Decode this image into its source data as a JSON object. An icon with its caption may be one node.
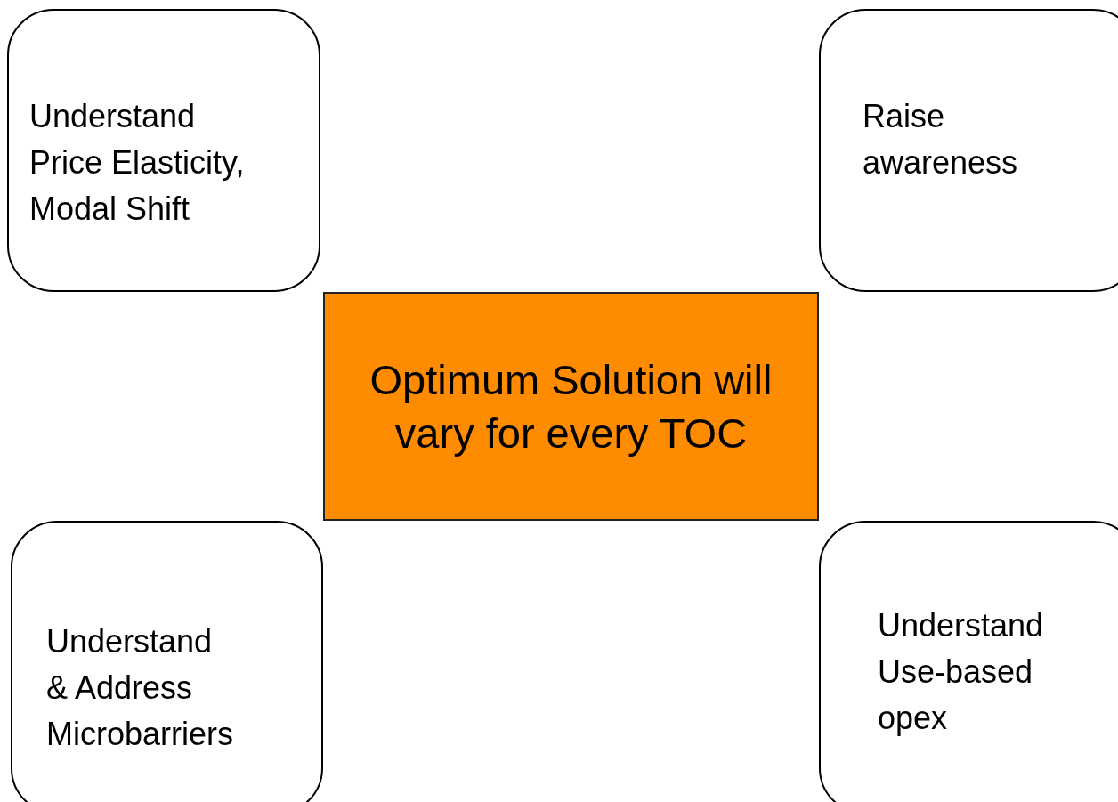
{
  "diagram": {
    "nodes": [
      {
        "text": [
          "Understand Price Elasticity, Modal Shift"
        ]
      },
      {
        "text": [
          "Raise awareness"
        ]
      },
      {
        "text": [
          "Optimum Solution will vary for every TOC"
        ]
      },
      {
        "text": [
          "Understand & Address Microbarriers"
        ]
      },
      {
        "text": [
          "Understand Use-based opex"
        ]
      }
    ]
  }
}
